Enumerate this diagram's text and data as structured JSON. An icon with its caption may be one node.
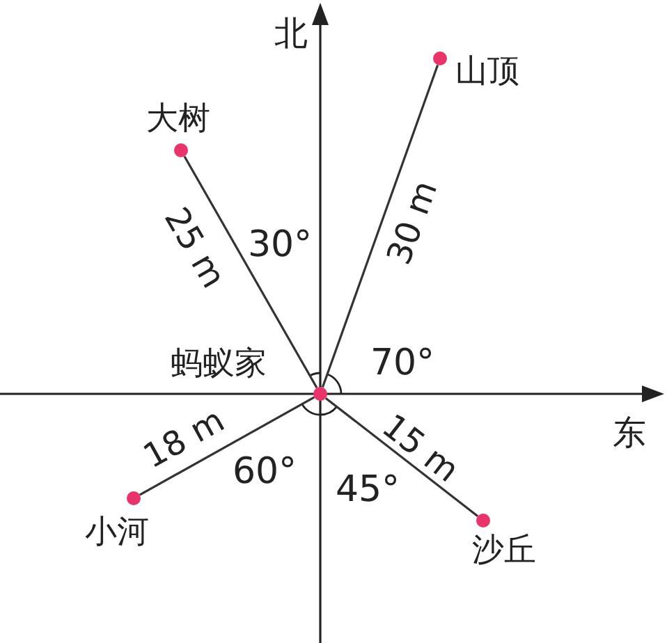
{
  "diagram": {
    "nodes": [
      {
        "text": [],
        "shape": "circle",
        "beside": [
          "山顶"
        ]
      },
      {
        "text": [],
        "shape": "circle",
        "beside": [
          "大树"
        ]
      },
      {
        "text": [],
        "shape": "circle",
        "beside": [
          "蚂蚁家"
        ]
      },
      {
        "text": [],
        "shape": "circle",
        "beside": [
          "小河"
        ]
      },
      {
        "text": [],
        "shape": "circle",
        "beside": [
          "沙丘"
        ]
      }
    ],
    "edges": [
      {
        "from": 2,
        "to": 0,
        "arrow": "none",
        "label": "30 m"
      },
      {
        "from": 2,
        "to": 1,
        "arrow": "none",
        "label": "25 m"
      },
      {
        "from": 2,
        "to": 3,
        "arrow": "none",
        "label": "18 m"
      },
      {
        "from": 2,
        "to": 4,
        "arrow": "none",
        "label": "15 m"
      }
    ],
    "labels": [
      "北",
      "东",
      "30°",
      "70°",
      "60°",
      "45°"
    ]
  }
}
